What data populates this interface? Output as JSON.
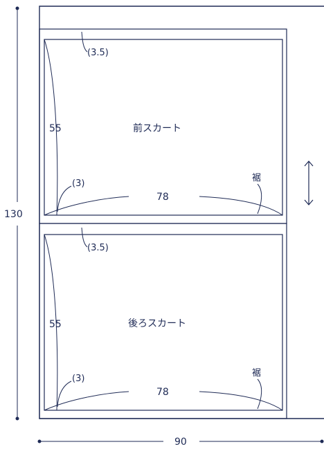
{
  "colors": {
    "ink": "#1e2a55",
    "background": "#ffffff"
  },
  "dimensions": {
    "fabric_height": "130",
    "fabric_width": "90"
  },
  "front_panel": {
    "name": "前スカート",
    "length": "55",
    "hem_width": "78",
    "waist_allowance": "(3.5)",
    "hem_allowance": "(3)",
    "hem_label": "裾"
  },
  "back_panel": {
    "name": "後ろスカート",
    "length": "55",
    "hem_width": "78",
    "waist_allowance": "(3.5)",
    "hem_allowance": "(3)",
    "hem_label": "裾"
  },
  "grain_arrow_icon": "double-arrow-vertical-icon"
}
